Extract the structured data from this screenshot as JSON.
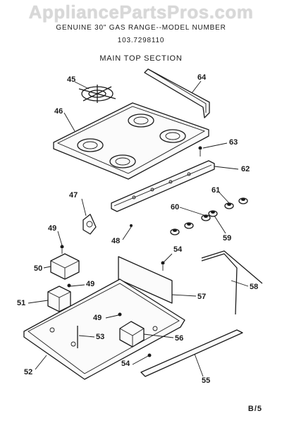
{
  "watermark": "AppliancePartsPros.com",
  "header": {
    "line1": "GENUINE 30\" GAS RANGE--MODEL NUMBER",
    "line2": "103.7298110",
    "line3": "MAIN TOP SECTION"
  },
  "footer": "B/5",
  "callouts": {
    "c45": "45",
    "c64": "64",
    "c46": "46",
    "c63": "63",
    "c62": "62",
    "c61": "61",
    "c47": "47",
    "c60": "60",
    "c59": "59",
    "c48": "48",
    "c49a": "49",
    "c54a": "54",
    "c50": "50",
    "c58": "58",
    "c49b": "49",
    "c57": "57",
    "c51": "51",
    "c49c": "49",
    "c53": "53",
    "c56": "56",
    "c52": "52",
    "c54b": "54",
    "c55": "55"
  }
}
